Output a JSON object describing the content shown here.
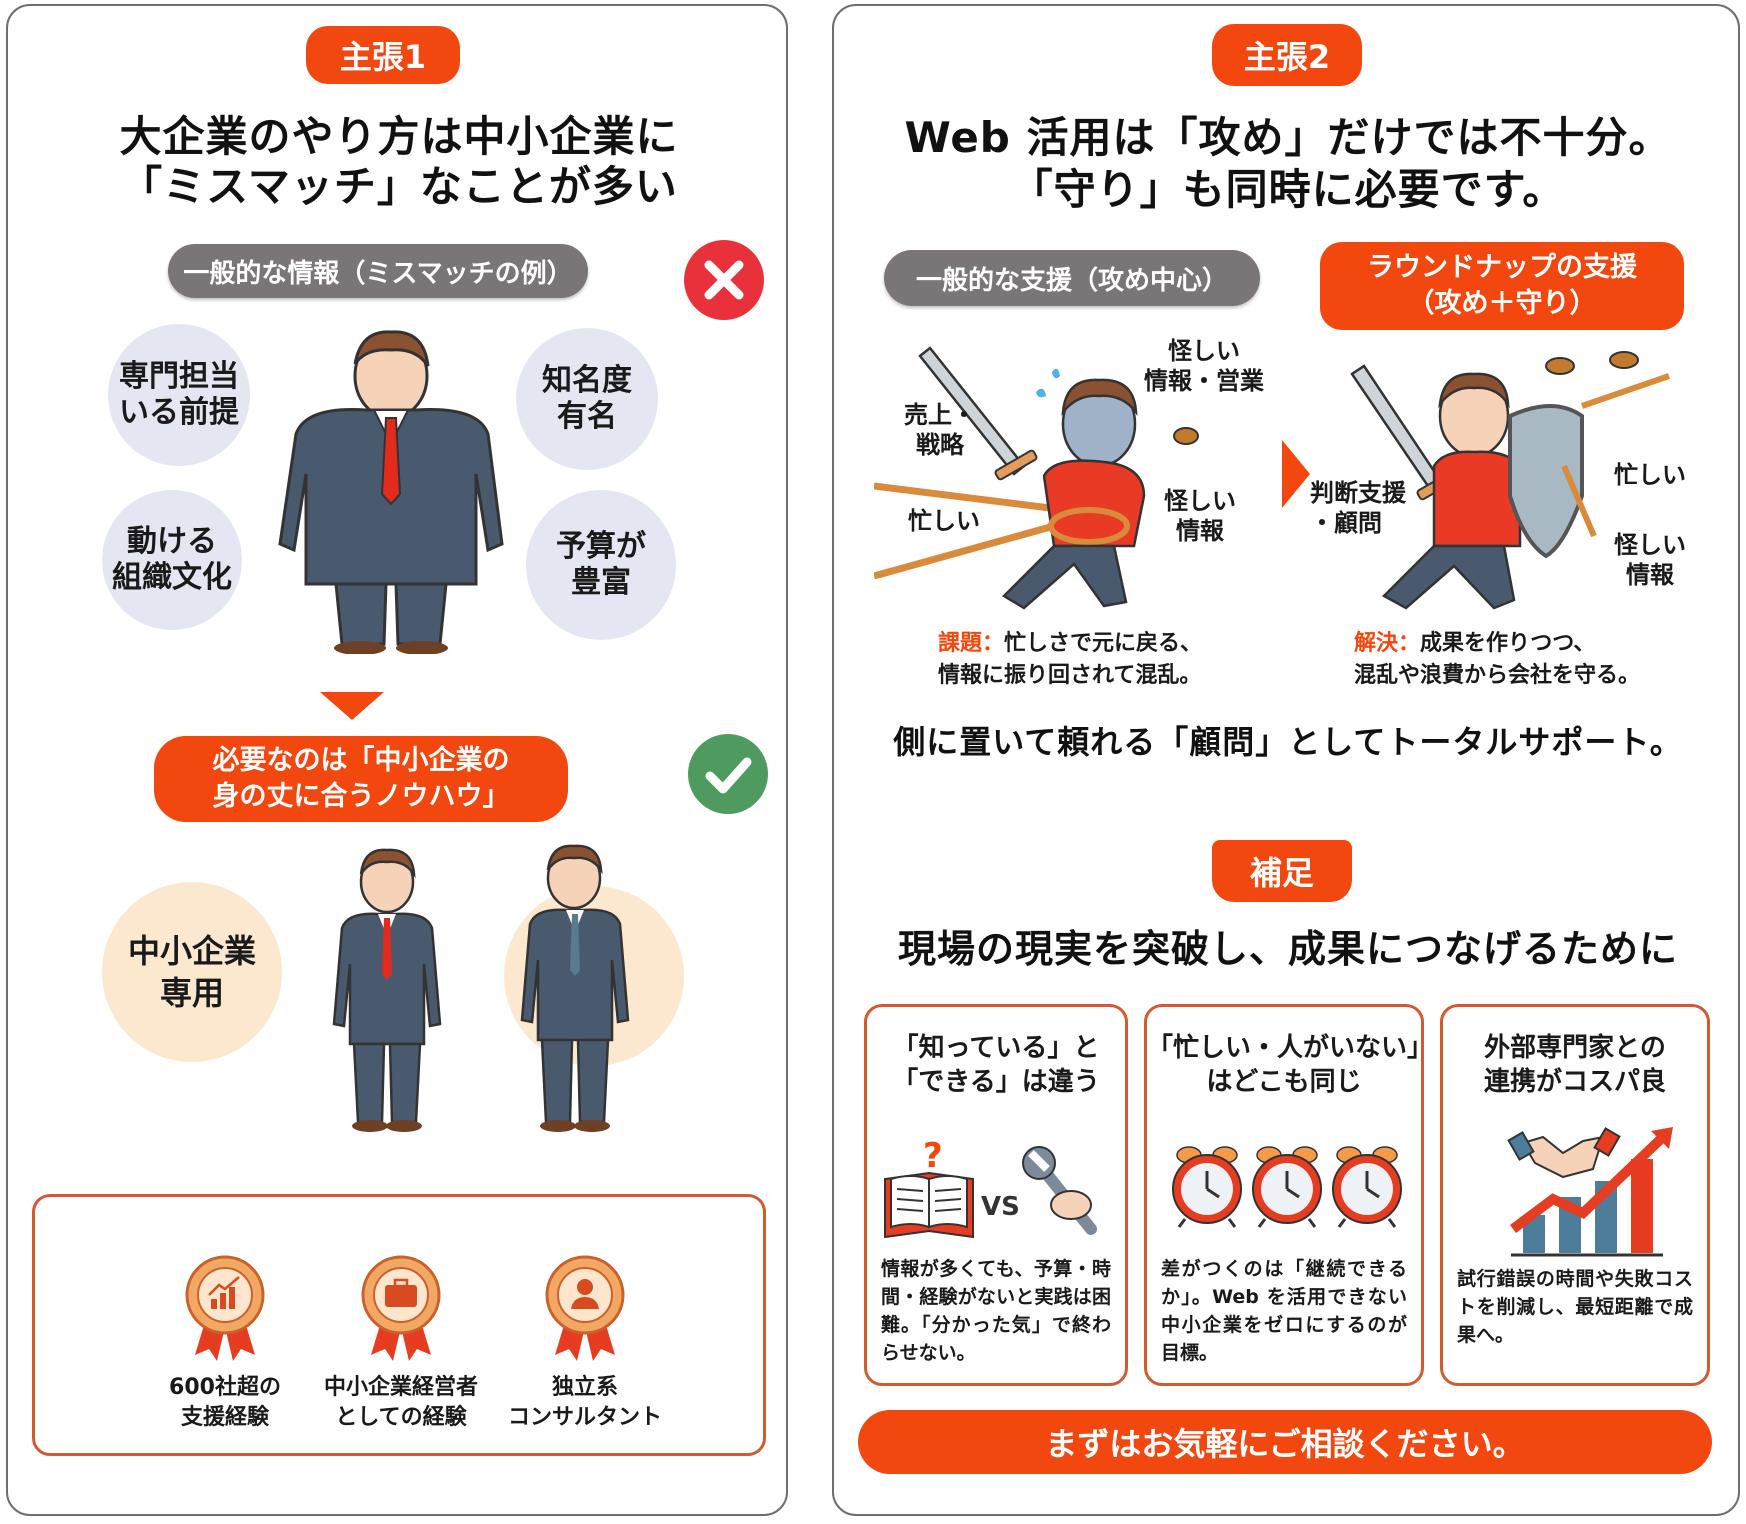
{
  "colors": {
    "accent_orange": "#f2470f",
    "gray_pill": "#7a7677",
    "card_border": "#d25a33",
    "bubble_blue": "#e4e7f2",
    "bubble_cream": "#fbe8cf",
    "ng_red": "#e8313a",
    "ok_green": "#4e9a5f",
    "suit_navy": "#4a5a6e"
  },
  "claim1": {
    "badge": "主張1",
    "title_line1": "大企業のやり方は中小企業に",
    "title_line2": "「ミスマッチ」なことが多い",
    "general_info_pill": "一般的な情報（ミスマッチの例）",
    "ng_icon": "x-circle-icon",
    "mismatch_bubbles": [
      {
        "line1": "専門担当",
        "line2": "いる前提"
      },
      {
        "line1": "知名度",
        "line2": "有名"
      },
      {
        "line1": "動ける",
        "line2": "組織文化"
      },
      {
        "line1": "予算が",
        "line2": "豊富"
      }
    ],
    "arrow_icon": "triangle-down-icon",
    "solution_pill_line1": "必要なのは「中小企業の",
    "solution_pill_line2": "身の丈に合うノウハウ」",
    "ok_icon": "check-circle-icon",
    "fit_bubble": {
      "line1": "中小企業",
      "line2": "専用"
    },
    "medals": [
      {
        "icon": "growth-chart-icon",
        "line1": "600社超の",
        "line2": "支援経験"
      },
      {
        "icon": "briefcase-icon",
        "line1": "中小企業経営者",
        "line2": "としての経験"
      },
      {
        "icon": "person-icon",
        "line1": "独立系",
        "line2": "コンサルタント"
      }
    ]
  },
  "claim2": {
    "badge": "主張2",
    "title_line1": "Web 活用は「攻め」だけでは不十分。",
    "title_line2": "「守り」も同時に必要です。",
    "general_pill": "一般的な支援（攻め中心）",
    "roundup_pill_line1": "ラウンドナップの支援",
    "roundup_pill_line2": "（攻め＋守り）",
    "left_scene_labels": {
      "sales": [
        "売上・",
        "戦略"
      ],
      "busy": "忙しい",
      "suspicious_sales": [
        "怪しい",
        "情報・営業"
      ],
      "suspicious_info": [
        "怪しい",
        "情報"
      ]
    },
    "right_scene_labels": {
      "advisor": [
        "判断支援",
        "・顧問"
      ],
      "busy": "忙しい",
      "suspicious_info": [
        "怪しい",
        "情報"
      ]
    },
    "problem": {
      "prefix": "課題：",
      "line1": "忙しさで元に戻る、",
      "line2": "情報に振り回されて混乱。"
    },
    "solution": {
      "prefix": "解決：",
      "line1": "成果を作りつつ、",
      "line2": "混乱や浪費から会社を守る。"
    },
    "summary": "側に置いて頼れる「顧問」としてトータルサポート。"
  },
  "supplement": {
    "badge": "補足",
    "title": "現場の現実を突破し、成果につなげるために",
    "cards": [
      {
        "title_line1": "「知っている」と",
        "title_line2": "「できる」は違う",
        "icon": "book-vs-wrench-icon",
        "vs": "VS",
        "body": "情報が多くても、予算・時間・経験がないと実践は困難。「分かった気」で終わらせない。"
      },
      {
        "title_line1": "「忙しい・人がいない」",
        "title_line2": "はどこも同じ",
        "icon": "alarm-clocks-icon",
        "body": "差がつくのは「継続できるか」。Web を活用できない中小企業をゼロにするのが目標。"
      },
      {
        "title_line1": "外部専門家との",
        "title_line2": "連携がコスパ良",
        "icon": "handshake-growth-icon",
        "body": "試行錯誤の時間や失敗コストを削減し、最短距離で成果へ。"
      }
    ],
    "cta": "まずはお気軽にご相談ください。"
  }
}
